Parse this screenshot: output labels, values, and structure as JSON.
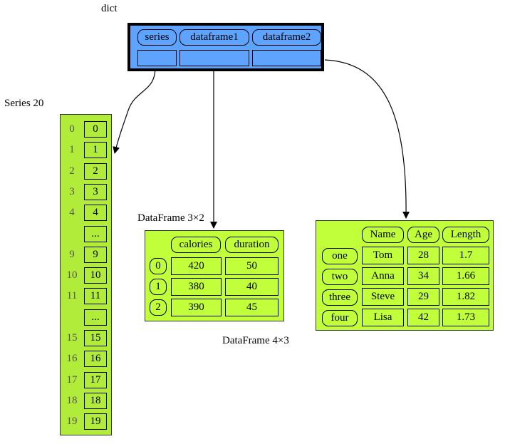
{
  "dict": {
    "title": "dict",
    "keys": [
      "series",
      "dataframe1",
      "dataframe2"
    ],
    "fill_color": "#5ea4ff"
  },
  "series": {
    "title": "Series 20",
    "fill_color": "#b2ec3a",
    "rows": [
      {
        "index": "0",
        "value": "0"
      },
      {
        "index": "1",
        "value": "1"
      },
      {
        "index": "2",
        "value": "2"
      },
      {
        "index": "3",
        "value": "3"
      },
      {
        "index": "4",
        "value": "4"
      },
      {
        "index": "",
        "value": "..."
      },
      {
        "index": "9",
        "value": "9"
      },
      {
        "index": "10",
        "value": "10"
      },
      {
        "index": "11",
        "value": "11"
      },
      {
        "index": "",
        "value": "..."
      },
      {
        "index": "15",
        "value": "15"
      },
      {
        "index": "16",
        "value": "16"
      },
      {
        "index": "17",
        "value": "17"
      },
      {
        "index": "18",
        "value": "18"
      },
      {
        "index": "19",
        "value": "19"
      }
    ]
  },
  "dataframe1": {
    "title": "DataFrame 3×2",
    "fill_color": "#c1ff3a",
    "columns": [
      "calories",
      "duration"
    ],
    "rows": [
      {
        "index": "0",
        "values": [
          "420",
          "50"
        ]
      },
      {
        "index": "1",
        "values": [
          "380",
          "40"
        ]
      },
      {
        "index": "2",
        "values": [
          "390",
          "45"
        ]
      }
    ]
  },
  "dataframe2": {
    "title": "DataFrame 4×3",
    "fill_color": "#c1ff3a",
    "columns": [
      "Name",
      "Age",
      "Length"
    ],
    "rows": [
      {
        "index": "one",
        "values": [
          "Tom",
          "28",
          "1.7"
        ]
      },
      {
        "index": "two",
        "values": [
          "Anna",
          "34",
          "1.66"
        ]
      },
      {
        "index": "three",
        "values": [
          "Steve",
          "29",
          "1.82"
        ]
      },
      {
        "index": "four",
        "values": [
          "Lisa",
          "42",
          "1.73"
        ]
      }
    ]
  },
  "edges": [
    {
      "from": "dict.series",
      "to": "series"
    },
    {
      "from": "dict.dataframe1",
      "to": "dataframe1"
    },
    {
      "from": "dict.dataframe2",
      "to": "dataframe2"
    }
  ]
}
